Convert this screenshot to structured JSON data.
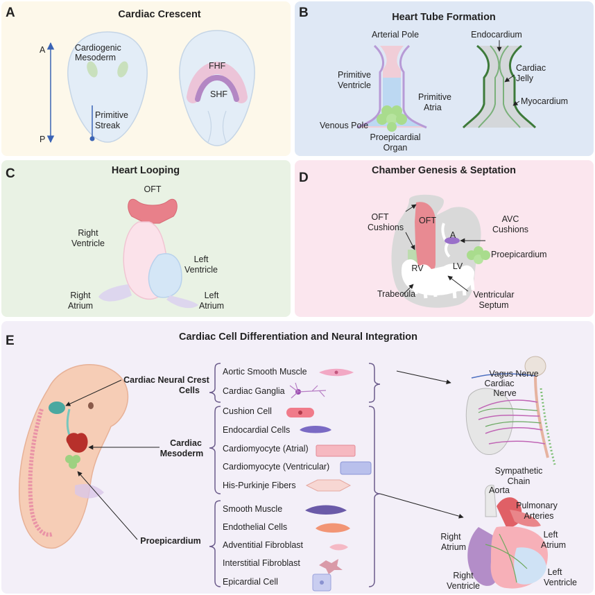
{
  "panel_a": {
    "letter": "A",
    "title": "Cardiac Crescent",
    "axis_a": "A",
    "axis_p": "P",
    "cardiogenic_1": "Cardiogenic",
    "cardiogenic_2": "Mesoderm",
    "primitive_1": "Primitive",
    "primitive_2": "Streak",
    "fhf": "FHF",
    "shf": "SHF"
  },
  "panel_b": {
    "letter": "B",
    "title": "Heart Tube Formation",
    "arterial_pole": "Arterial Pole",
    "prim_ventricle_1": "Primitive",
    "prim_ventricle_2": "Ventricle",
    "prim_atria_1": "Primitive",
    "prim_atria_2": "Atria",
    "venous_pole": "Venous Pole",
    "proepicardial_1": "Proepicardial",
    "proepicardial_2": "Organ",
    "endocardium": "Endocardium",
    "cardiac_jelly_1": "Cardiac",
    "cardiac_jelly_2": "Jelly",
    "myocardium": "Myocardium"
  },
  "panel_c": {
    "letter": "C",
    "title": "Heart Looping",
    "oft": "OFT",
    "right_ventricle_1": "Right",
    "right_ventricle_2": "Ventricle",
    "left_ventricle_1": "Left",
    "left_ventricle_2": "Ventricle",
    "right_atrium_1": "Right",
    "right_atrium_2": "Atrium",
    "left_atrium_1": "Left",
    "left_atrium_2": "Atrium"
  },
  "panel_d": {
    "letter": "D",
    "title": "Chamber Genesis & Septation",
    "oft_cushions_1": "OFT",
    "oft_cushions_2": "Cushions",
    "oft": "OFT",
    "avc_cushions_1": "AVC",
    "avc_cushions_2": "Cushions",
    "a": "A",
    "proepicardium": "Proepicardium",
    "rv": "RV",
    "lv": "LV",
    "trabecula": "Trabecula",
    "septum_1": "Ventricular",
    "septum_2": "Septum"
  },
  "panel_e": {
    "letter": "E",
    "title": "Cardiac Cell Differentiation and Neural Integration",
    "origin_ncc_1": "Cardiac Neural Crest",
    "origin_ncc_2": "Cells",
    "origin_mes_1": "Cardiac",
    "origin_mes_2": "Mesoderm",
    "origin_pro": "Proepicardium",
    "cells": [
      "Aortic Smooth Muscle",
      "Cardiac Ganglia",
      "Cushion Cell",
      "Endocardial Cells",
      "Cardiomyocyte (Atrial)",
      "Cardiomyocyte (Ventricular)",
      "His-Purkinje Fibers",
      "Smooth Muscle",
      "Endothelial Cells",
      "Adventitial Fibroblast",
      "Interstitial Fibroblast",
      "Epicardial Cell"
    ],
    "vagus": "Vagus Nerve",
    "cardiac_nerve_1": "Cardiac",
    "cardiac_nerve_2": "Nerve",
    "sympathetic_1": "Sympathetic",
    "sympathetic_2": "Chain",
    "aorta": "Aorta",
    "pulmonary_1": "Pulmonary",
    "pulmonary_2": "Arteries",
    "right_atrium_1": "Right",
    "right_atrium_2": "Atrium",
    "left_atrium_1": "Left",
    "left_atrium_2": "Atrium",
    "right_ventricle_1": "Right",
    "right_ventricle_2": "Ventricle",
    "left_ventricle_1": "Left",
    "left_ventricle_2": "Ventricle"
  },
  "colors": {
    "panel_a_bg": "#fdf8ea",
    "panel_b_bg": "#dfe8f5",
    "panel_c_bg": "#e9f2e4",
    "panel_d_bg": "#fbe6ee",
    "panel_e_bg": "#f3eff8",
    "arrow_blue": "#3a63b5"
  }
}
